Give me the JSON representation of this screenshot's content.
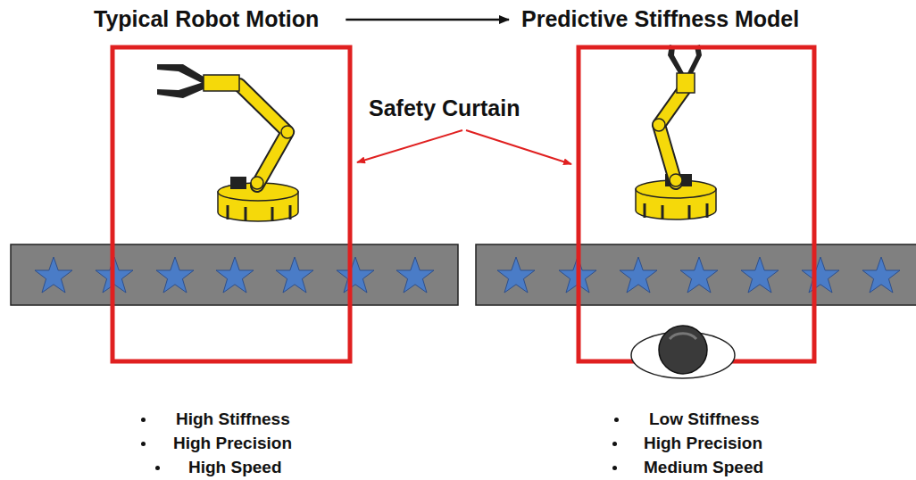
{
  "diagram": {
    "nodes": [
      {
        "text": [
          "Typical Robot Motion"
        ]
      },
      {
        "text": [
          "Predictive Stiffness Model"
        ]
      }
    ],
    "edges": [
      {
        "from": 0,
        "to": 1,
        "arrow": "to"
      }
    ],
    "labels": [
      "Safety Curtain",
      "High Stiffness",
      "High Precision",
      "High Speed",
      "Low Stiffness",
      "High Precision",
      "Medium Speed"
    ]
  }
}
